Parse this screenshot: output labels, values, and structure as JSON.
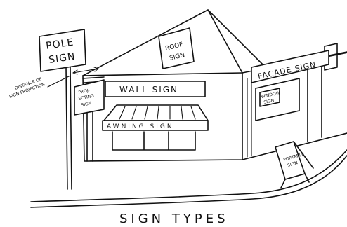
{
  "caption": "SIGN TYPES",
  "labels": {
    "pole_line1": "POLE",
    "pole_line2": "SIGN",
    "roof_line1": "ROOF",
    "roof_line2": "SIGN",
    "wall": "WALL SIGN",
    "facade": "FACADE SIGN",
    "awning": "AWNING SIGN",
    "projecting_line1": "PROJ-",
    "projecting_line2": "ECTING",
    "projecting_line3": "SIGN",
    "window_line1": "WINDOW",
    "window_line2": "SIGN",
    "portable_line1": "PORTABLE",
    "portable_line2": "SIGN",
    "distance_line1": "DISTANCE OF",
    "distance_line2": "SIGN PROJECTION"
  },
  "colors": {
    "ink": "#111111",
    "paper": "#ffffff"
  }
}
